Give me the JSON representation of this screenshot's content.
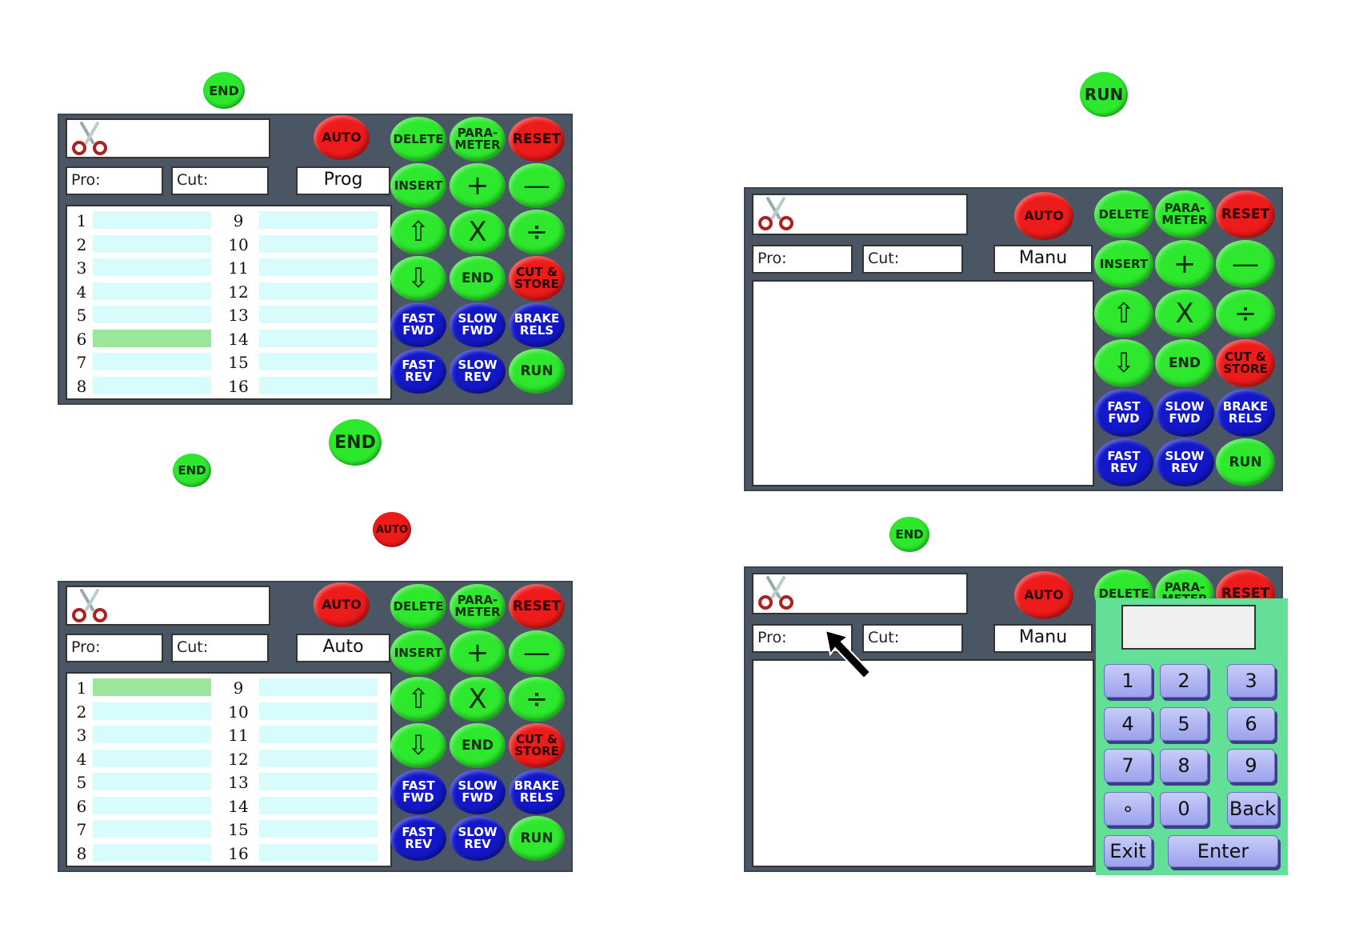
{
  "floating": {
    "top_left_end": "END",
    "top_right_run": "RUN",
    "mid_end_large": "END",
    "mid_end_small": "END",
    "mid_auto": "AUTO",
    "right_mid_end": "END"
  },
  "buttons": {
    "auto": "AUTO",
    "delete": "DELETE",
    "parameter_1": "PARA-",
    "parameter_2": "METER",
    "reset": "RESET",
    "insert": "INSERT",
    "plus": "+",
    "minus": "—",
    "up": "⇧",
    "multiply": "X",
    "divide": "÷",
    "down": "⇩",
    "end": "END",
    "cut_store_1": "CUT &",
    "cut_store_2": "STORE",
    "fast_fwd_1": "FAST",
    "fast_fwd_2": "FWD",
    "slow_fwd_1": "SLOW",
    "slow_fwd_2": "FWD",
    "brake_1": "BRAKE",
    "brake_2": "RELS",
    "fast_rev_1": "FAST",
    "fast_rev_2": "REV",
    "slow_rev_1": "SLOW",
    "slow_rev_2": "REV",
    "run": "RUN"
  },
  "fields": {
    "pro": "Pro:",
    "cut": "Cut:"
  },
  "panel1": {
    "mode": "Prog",
    "selected_row": 6
  },
  "panel2": {
    "mode": "Auto",
    "selected_row": 1
  },
  "panel3": {
    "mode": "Manu"
  },
  "panel4": {
    "mode": "Manu"
  },
  "rows_left": [
    "1",
    "2",
    "3",
    "4",
    "5",
    "6",
    "7",
    "8"
  ],
  "rows_right": [
    "9",
    "10",
    "11",
    "12",
    "13",
    "14",
    "15",
    "16"
  ],
  "keypad": {
    "keys": [
      "1",
      "2",
      "3",
      "4",
      "5",
      "6",
      "7",
      "8",
      "9",
      "∘",
      "0",
      "Back"
    ],
    "exit": "Exit",
    "enter": "Enter"
  },
  "colors": {
    "green": "#2ee82e",
    "red": "#ee1b1b",
    "blue": "#1218c8",
    "panel": "#4a5663",
    "keypad_bg": "#63df97"
  }
}
